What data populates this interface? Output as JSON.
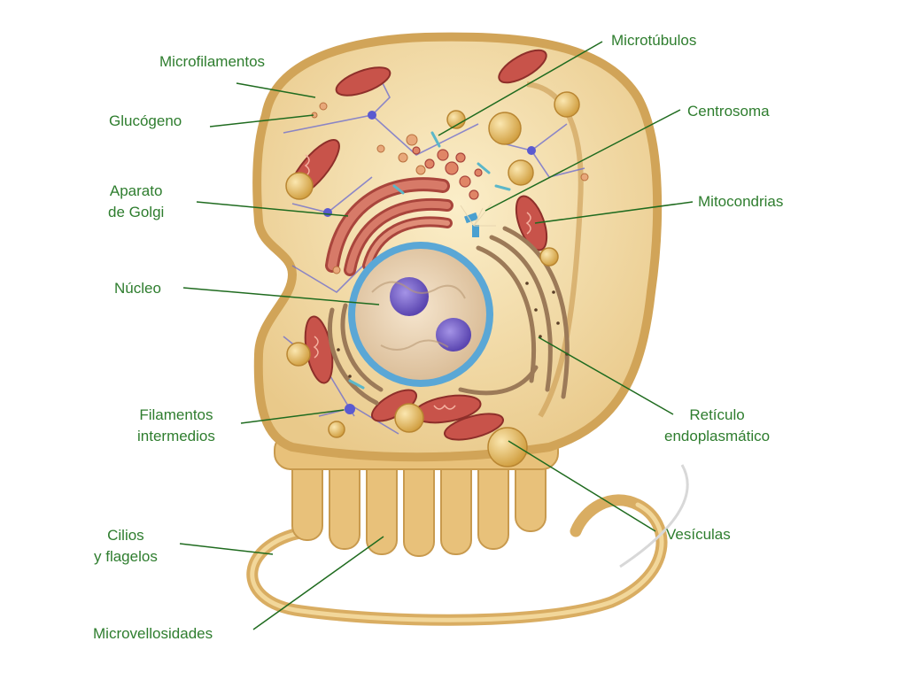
{
  "colors": {
    "label_text": "#2e7d2e",
    "leader_line": "#1f6b1f",
    "cytoplasm": "#f1d9a0",
    "membrane": "#d8ab62",
    "mitochondria": "#c8534a",
    "golgi": "#c86a5c",
    "nucleus": "#e8cfa8",
    "nuclear_envelope": "#5aa7d6",
    "nucleolus": "#7b62c8",
    "er": "#a88462",
    "vesicle": "#e1b65c",
    "filament": "#6a6ad0"
  },
  "labels": {
    "microfilamentos": "Microfilamentos",
    "glucogeno": "Glucógeno",
    "aparato_golgi": [
      "Aparato",
      "de Golgi"
    ],
    "nucleo": "Núcleo",
    "filamentos_intermedios": [
      "Filamentos",
      "intermedios"
    ],
    "cilios_flagelos": [
      "Cilios",
      "y flagelos"
    ],
    "microvellosidades": "Microvellosidades",
    "microtubulos": "Microtúbulos",
    "centrosoma": "Centrosoma",
    "mitocondrias": "Mitocondrias",
    "reticulo": [
      "Retículo",
      "endoplasmático"
    ],
    "vesiculas": "Vesículas"
  }
}
